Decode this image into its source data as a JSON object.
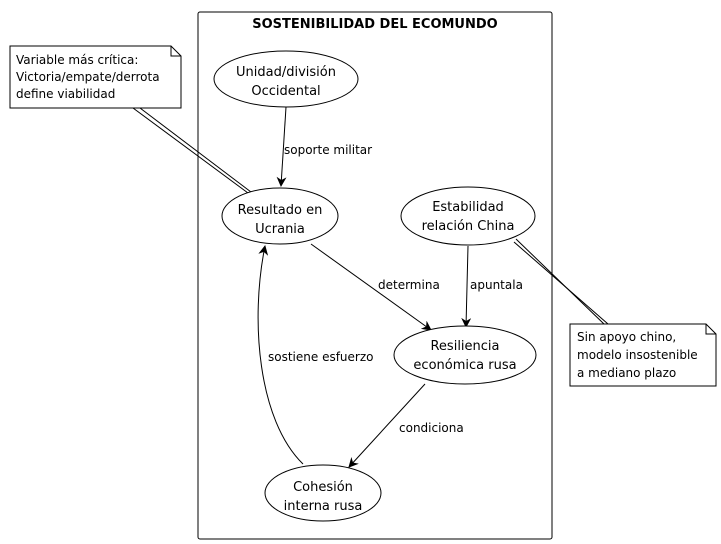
{
  "diagram": {
    "title": "SOSTENIBILIDAD DEL ECOMUNDO",
    "nodes": {
      "unidad": [
        "Unidad/división",
        "Occidental"
      ],
      "resultado": [
        "Resultado en",
        "Ucrania"
      ],
      "china": [
        "Estabilidad",
        "relación China"
      ],
      "resiliencia": [
        "Resiliencia",
        "económica rusa"
      ],
      "cohesion": [
        "Cohesión",
        "interna rusa"
      ]
    },
    "edges": {
      "soporte": "soporte militar",
      "determina": "determina",
      "apuntala": "apuntala",
      "condiciona": "condiciona",
      "sostiene": "sostiene esfuerzo"
    },
    "notes": {
      "critica": [
        "Variable más crítica:",
        "Victoria/empate/derrota",
        "define viabilidad"
      ],
      "china": [
        "Sin apoyo chino,",
        "modelo insostenible",
        "a mediano plazo"
      ]
    }
  }
}
